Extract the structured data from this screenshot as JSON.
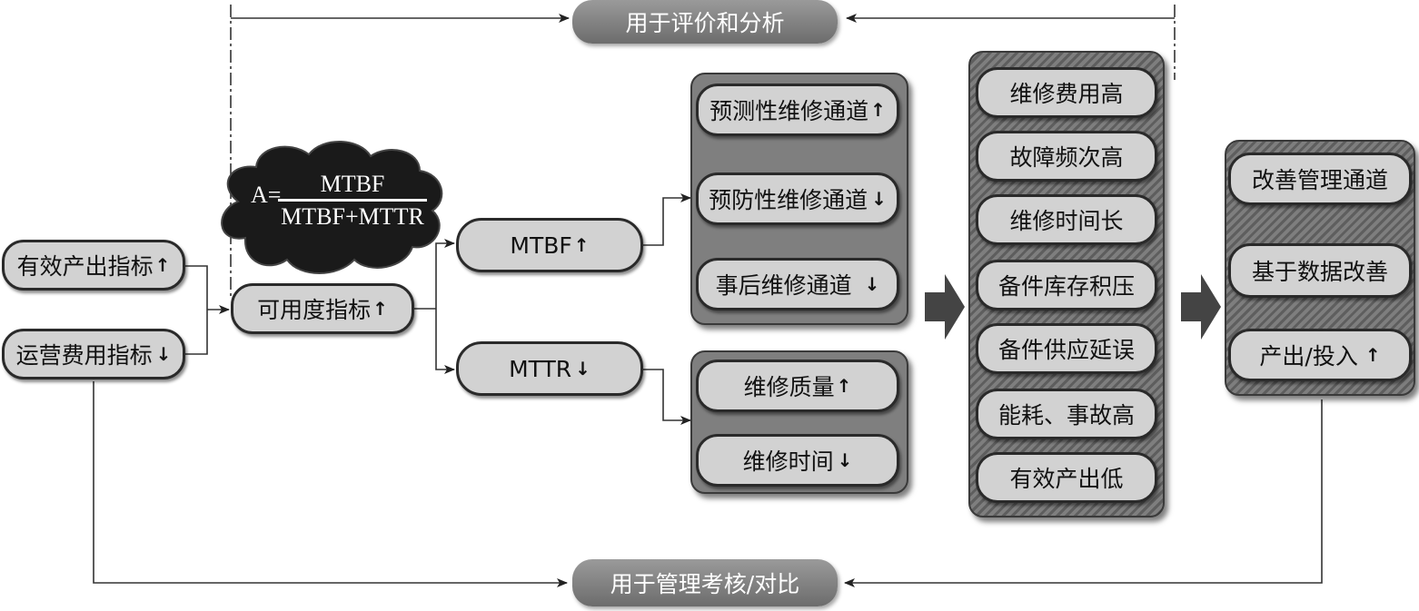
{
  "banners": {
    "top": "用于评价和分析",
    "bottom": "用于管理考核/对比"
  },
  "formula": {
    "lhs": "A=",
    "numerator": "MTBF",
    "denominator": "MTBF+MTTR"
  },
  "left_inputs": [
    {
      "label": "有效产出指标",
      "arrow": "↑"
    },
    {
      "label": "运营费用指标",
      "arrow": "↓"
    }
  ],
  "availability": {
    "label": "可用度指标",
    "arrow": "↑"
  },
  "metrics": [
    {
      "label": "MTBF",
      "arrow": "↑"
    },
    {
      "label": "MTTR",
      "arrow": "↓"
    }
  ],
  "mtbf_channels": [
    {
      "label": "预测性维修通道",
      "arrow": "↑"
    },
    {
      "label": "预防性维修通道",
      "arrow": "↓"
    },
    {
      "label": "事后维修通道",
      "arrow": "↓"
    }
  ],
  "mttr_items": [
    {
      "label": "维修质量",
      "arrow": "↑"
    },
    {
      "label": "维修时间",
      "arrow": "↓"
    }
  ],
  "problems": [
    "维修费用高",
    "故障频次高",
    "维修时间长",
    "备件库存积压",
    "备件供应延误",
    "能耗、事故高",
    "有效产出低"
  ],
  "improvements": [
    {
      "label": "改善管理通道",
      "arrow": ""
    },
    {
      "label": "基于数据改善",
      "arrow": ""
    },
    {
      "label": "产出/投入",
      "arrow": "↑"
    }
  ],
  "colors": {
    "pill_fill": "#d2d2d2",
    "pill_border": "#2a2a2a",
    "panel_fill": "#7f7f7f",
    "banner_fill": "#808080",
    "cloud_fill": "#1a1a1a"
  }
}
